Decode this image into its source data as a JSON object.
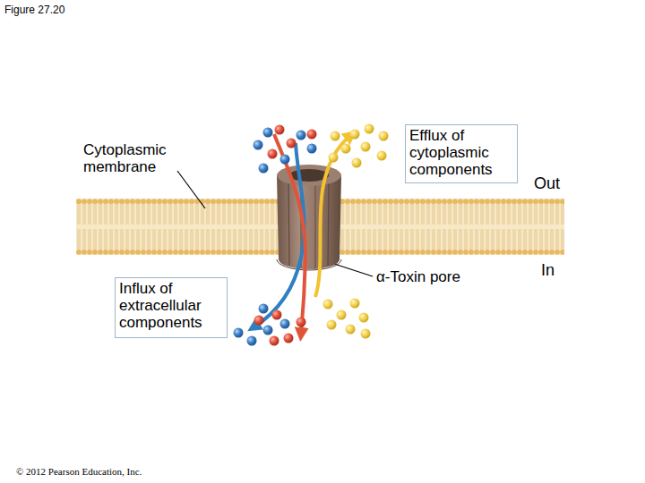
{
  "diagram": {
    "title": "Figure 27.20",
    "nodes": [
      {
        "text": [
          "Efflux of cytoplasmic components"
        ]
      },
      {
        "text": [
          "Influx of extracellular components"
        ]
      }
    ],
    "labels": [
      "Cytoplasmic membrane",
      "α-Toxin pore",
      "Out",
      "In",
      "© 2012 Pearson Education, Inc."
    ]
  }
}
